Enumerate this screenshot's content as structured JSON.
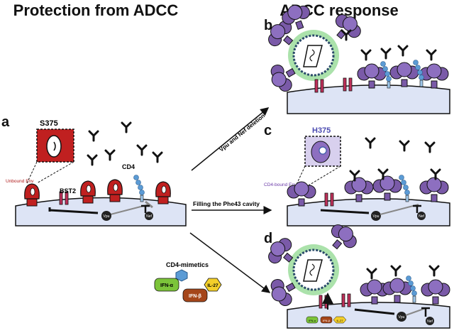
{
  "titles": {
    "left": "Protection from ADCC",
    "right": "ADCC response"
  },
  "panel_labels": {
    "a": "a",
    "b": "b",
    "c": "c",
    "d": "d"
  },
  "panel_a": {
    "zoom_label": "S375",
    "unbound_env": "Unbound Env",
    "bst2": "BST2",
    "cd4": "CD4",
    "vpu": "Vpu",
    "nef": "Nef"
  },
  "panel_c": {
    "zoom_label": "H375",
    "cd4_bound_env": "CD4-bound Env",
    "vpu": "Vpu",
    "nef": "Nef"
  },
  "panel_d": {
    "cd4_mimetics": "CD4-mimetics",
    "ifn_a": "IFN-α",
    "ifn_b": "IFN-β",
    "il27": "IL-27",
    "vpu": "Vpu",
    "nef": "Nef"
  },
  "arrows": {
    "to_b": "Vpu and Nef deletion",
    "to_c": "Filling the Phe43 cavity"
  },
  "colors": {
    "membrane": "#dde4f5",
    "env_unbound": "#b01c1c",
    "env_bound": "#7a5aa8",
    "bst2": "#c0305a",
    "cd4": "#5b9bd5",
    "virion_halo": "#7ccf7c",
    "ifn_a": "#7cc43a",
    "ifn_b": "#a5461a",
    "il27": "#f3cf2a"
  }
}
